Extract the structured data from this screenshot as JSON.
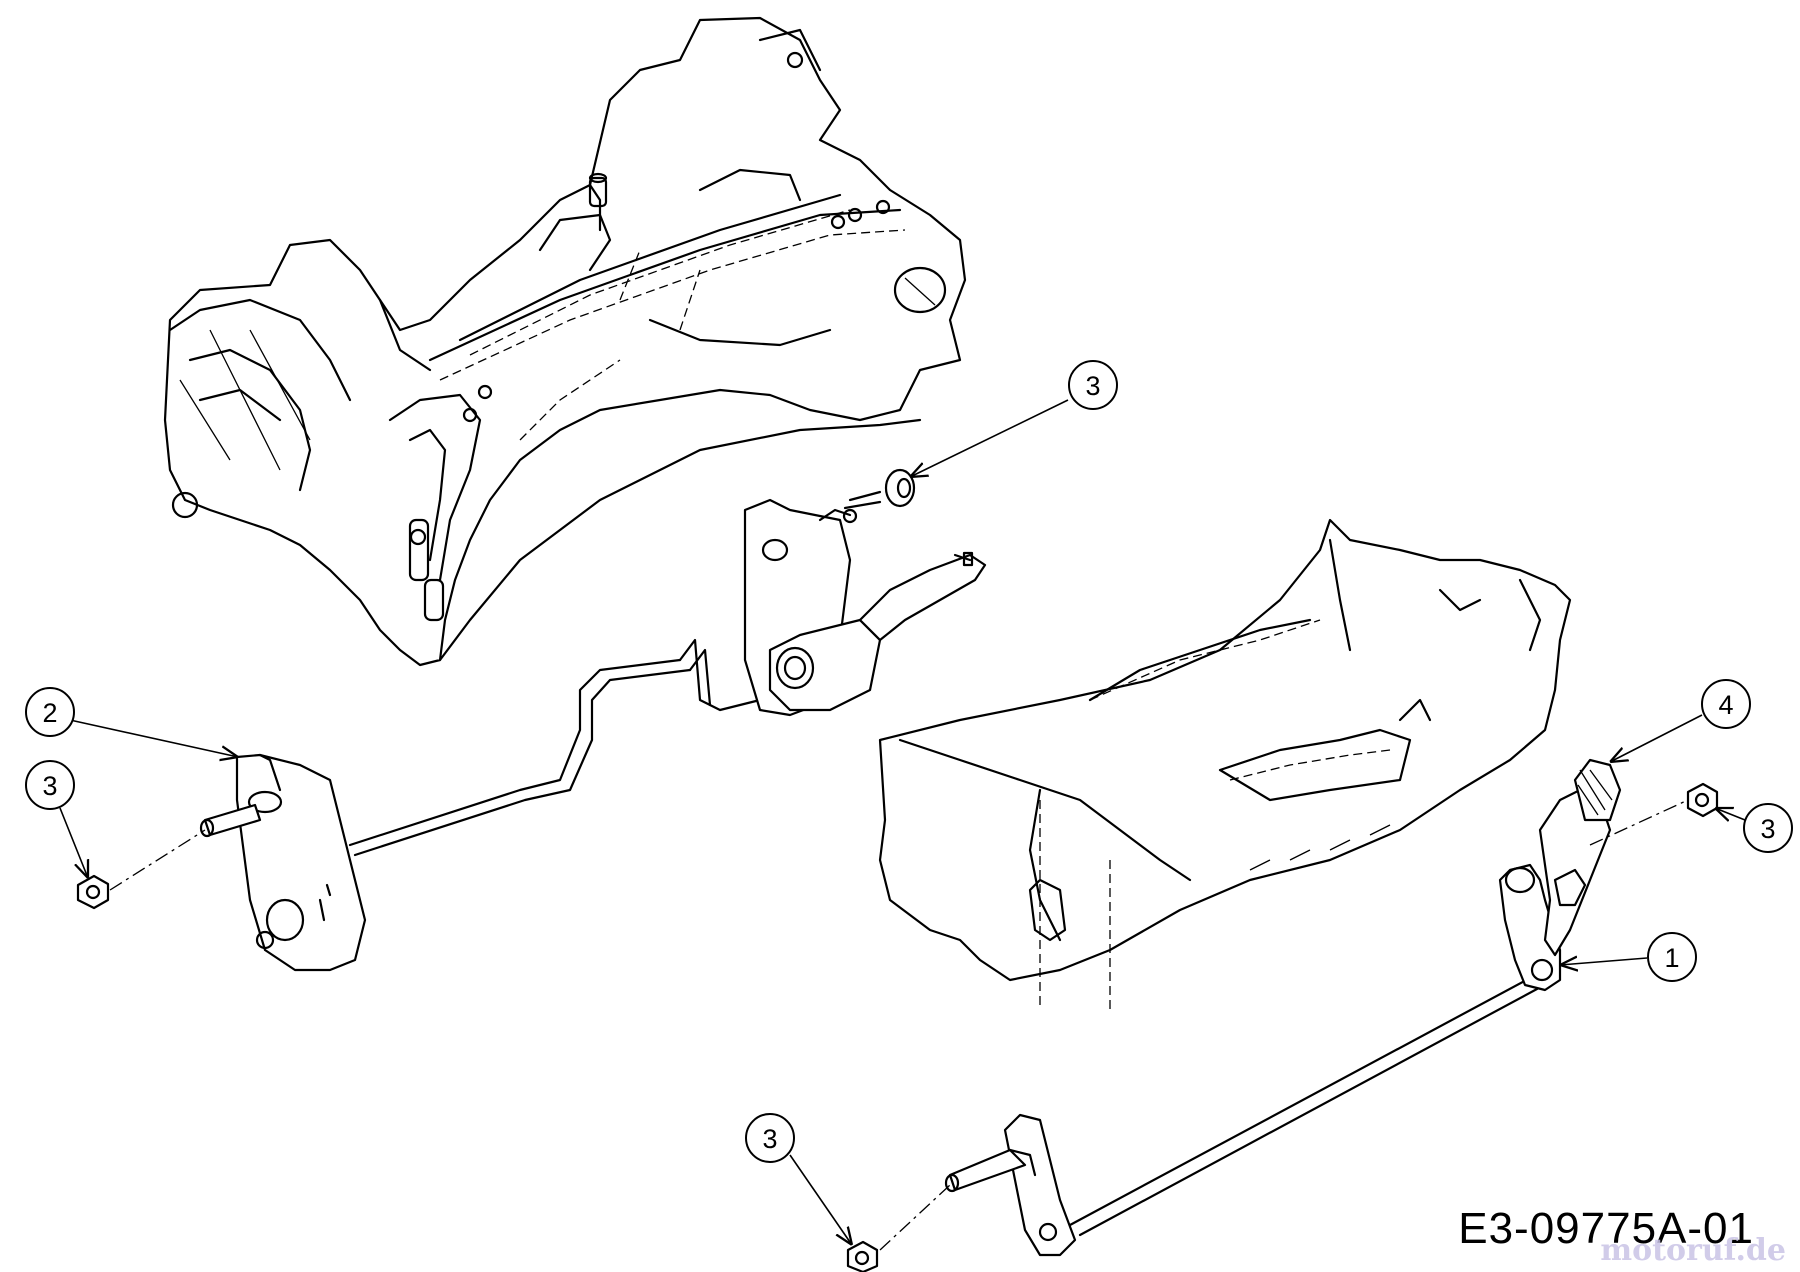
{
  "drawing": {
    "code": "E3-09775A-01",
    "watermark": "motoruf.de"
  },
  "callouts": [
    {
      "id": "c3a",
      "label": "3"
    },
    {
      "id": "c2",
      "label": "2"
    },
    {
      "id": "c3b",
      "label": "3"
    },
    {
      "id": "c4",
      "label": "4"
    },
    {
      "id": "c3c",
      "label": "3"
    },
    {
      "id": "c1",
      "label": "1"
    },
    {
      "id": "c3d",
      "label": "3"
    }
  ]
}
